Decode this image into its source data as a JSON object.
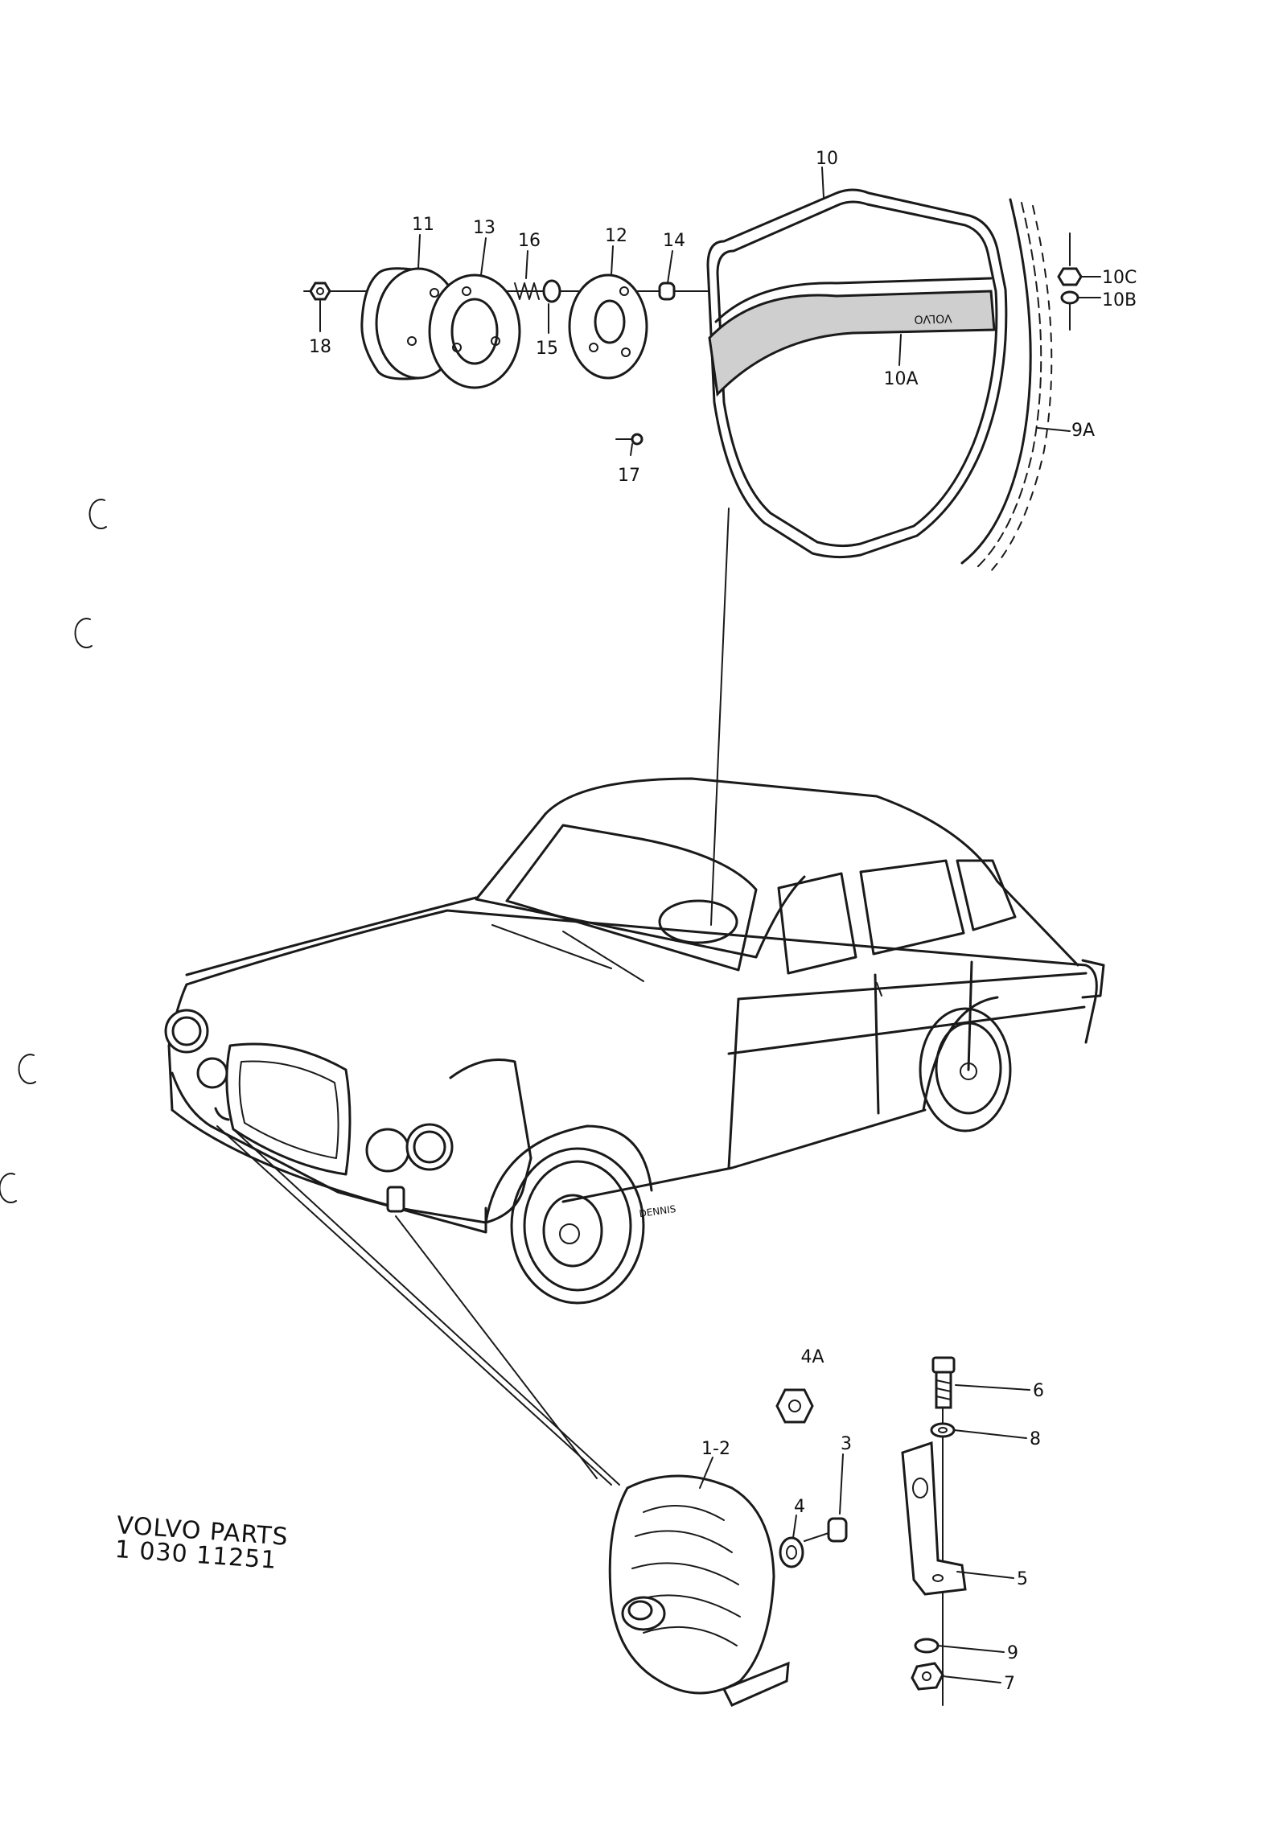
{
  "callouts": {
    "c10": "10",
    "c11": "11",
    "c13": "13",
    "c16": "16",
    "c12": "12",
    "c14": "14",
    "c18": "18",
    "c15": "15",
    "c17": "17",
    "c10c": "10C",
    "c10b": "10B",
    "c10a": "10A",
    "c9a": "9A",
    "c4a": "4A",
    "c6": "6",
    "c8": "8",
    "c1_2": "1-2",
    "c3": "3",
    "c4": "4",
    "c5": "5",
    "c9": "9",
    "c7": "7"
  },
  "emblem_text": "VOLVO",
  "artist_signature": "DENNIS",
  "caption": {
    "line1": "VOLVO PARTS",
    "line2": "1 030 11251"
  }
}
